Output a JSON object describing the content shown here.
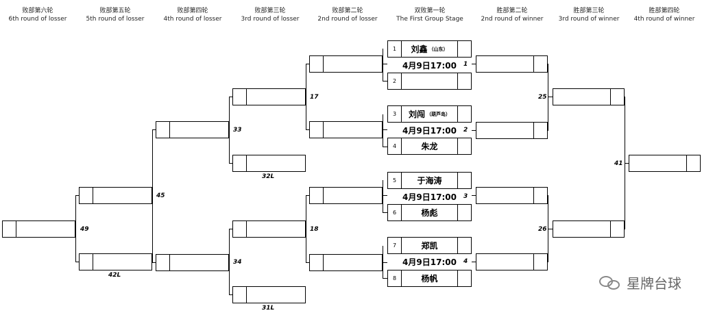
{
  "headers": [
    {
      "cn": "败部第六轮",
      "en": "6th round of losser"
    },
    {
      "cn": "败部第五轮",
      "en": "5th round of losser"
    },
    {
      "cn": "败部第四轮",
      "en": "4th round of losser"
    },
    {
      "cn": "败部第三轮",
      "en": "3rd round of losser"
    },
    {
      "cn": "败部第二轮",
      "en": "2nd round of losser"
    },
    {
      "cn": "双败第一轮",
      "en": "The First Group Stage"
    },
    {
      "cn": "胜部第二轮",
      "en": "2nd round of winner"
    },
    {
      "cn": "胜部第三轮",
      "en": "3rd round of winner"
    },
    {
      "cn": "胜部第四轮",
      "en": "4th round of winner"
    }
  ],
  "first_round": [
    {
      "seat_a": "1",
      "player_a": "刘鑫",
      "region_a": "（山东）",
      "time": "4月9日17:00",
      "match": "1",
      "seat_b": "2",
      "player_b": "",
      "region_b": ""
    },
    {
      "seat_a": "3",
      "player_a": "刘闯",
      "region_a": "（葫芦岛）",
      "time": "4月9日17:00",
      "match": "2",
      "seat_b": "4",
      "player_b": "朱龙",
      "region_b": ""
    },
    {
      "seat_a": "5",
      "player_a": "于海涛",
      "region_a": "",
      "time": "4月9日17:00",
      "match": "3",
      "seat_b": "6",
      "player_b": "杨彪",
      "region_b": ""
    },
    {
      "seat_a": "7",
      "player_a": "郑凯",
      "region_a": "",
      "time": "4月9日17:00",
      "match": "4",
      "seat_b": "8",
      "player_b": "杨帆",
      "region_b": ""
    }
  ],
  "match_labels": {
    "m17": "17",
    "m18": "18",
    "m25": "25",
    "m26": "26",
    "m33": "33",
    "m34": "34",
    "m41": "41",
    "m45": "45",
    "m49": "49",
    "l32": "32L",
    "l31": "31L",
    "l42": "42L"
  },
  "watermark": "星牌台球"
}
